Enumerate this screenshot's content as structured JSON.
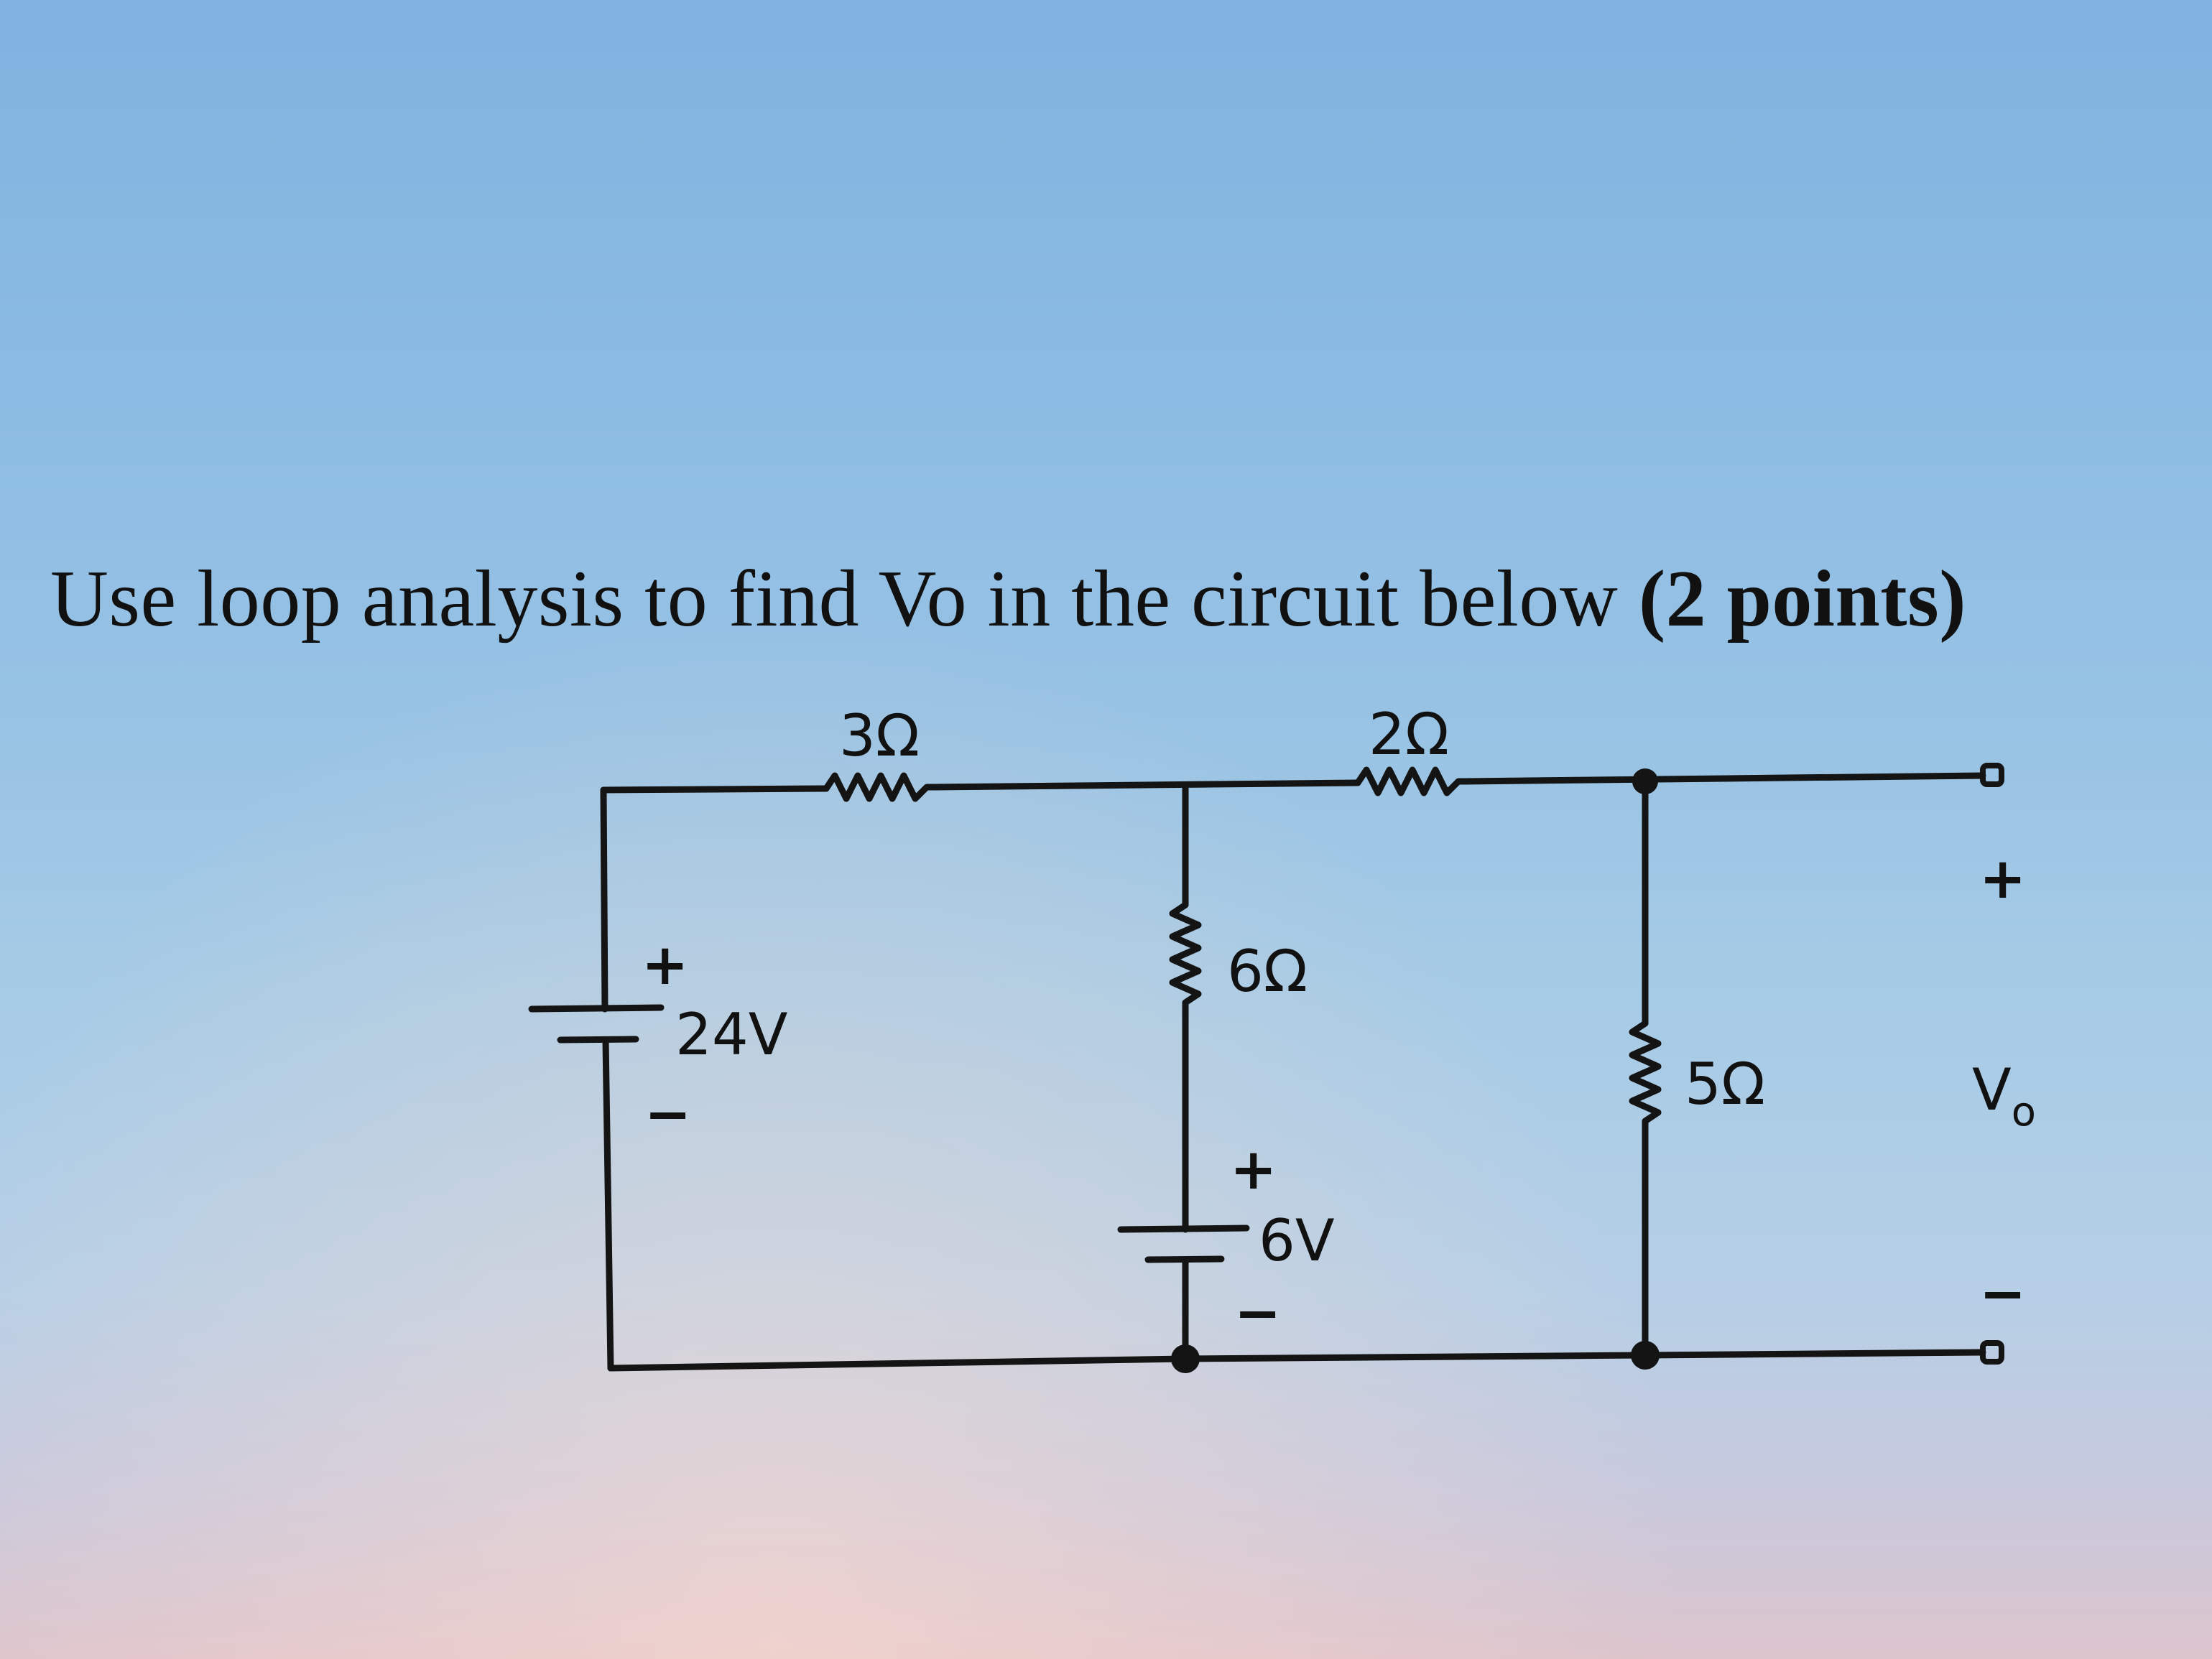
{
  "question": {
    "text": "Use loop analysis to find Vo in the circuit below ",
    "points": "(2 points)"
  },
  "components": {
    "r1": "3Ω",
    "r2": "2Ω",
    "r3": "6Ω",
    "r4": "5Ω",
    "source1": "24V",
    "source2": "6V"
  },
  "signs": {
    "plus": "+",
    "minus": "−"
  },
  "output": {
    "label_main": "V",
    "label_sub": "o"
  }
}
